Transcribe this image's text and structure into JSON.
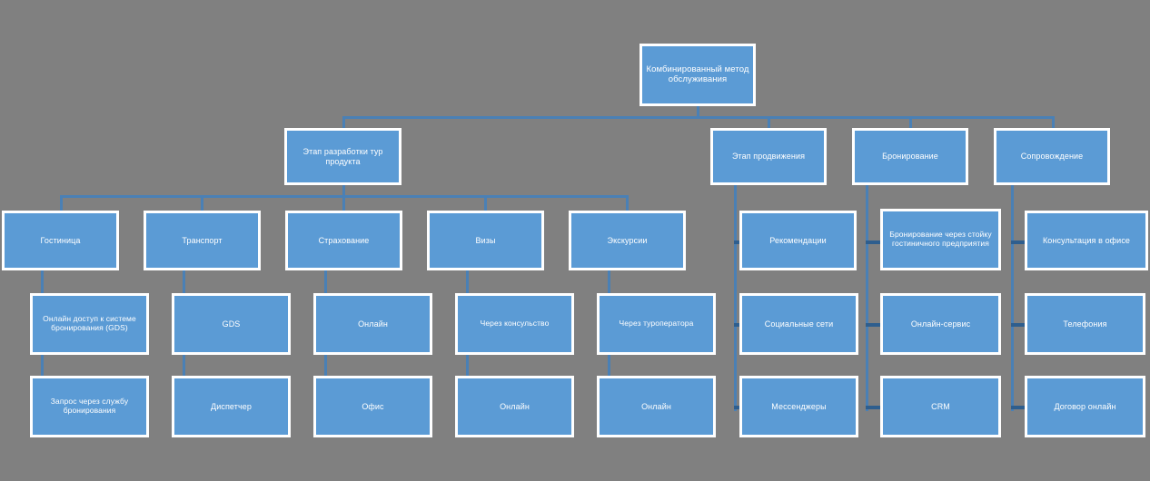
{
  "diagram": {
    "title": "Комбинированный метод обслуживания",
    "background_color": "#808080",
    "node_fill_color": "#5B9BD5",
    "node_border_color": "#FFFFFF",
    "node_text_color": "#FFFFFF",
    "connector_color": "#4A80B5"
  },
  "nodes": {
    "root": {
      "label": "Комбинированный метод обслуживания"
    },
    "level2": [
      {
        "label": "Этап разработки тур продукта"
      },
      {
        "label": "Этап продвижения"
      },
      {
        "label": "Бронирование"
      },
      {
        "label": "Сопровождение"
      }
    ],
    "level3_dev": [
      {
        "label": "Гостиница"
      },
      {
        "label": "Транспорт"
      },
      {
        "label": "Страхование"
      },
      {
        "label": "Визы"
      },
      {
        "label": "Экскурсии"
      }
    ],
    "level3_right": [
      {
        "label": "Рекомендации"
      },
      {
        "label": "Бронирование через стойку гостиничного предприятия"
      },
      {
        "label": "Консультация в офисе"
      }
    ],
    "level4_dev": [
      {
        "label": "Онлайн доступ к системе бронирования (GDS)"
      },
      {
        "label": "GDS"
      },
      {
        "label": "Онлайн"
      },
      {
        "label": "Через консульство"
      },
      {
        "label": "Через туроператора"
      }
    ],
    "level4_right": [
      {
        "label": "Социальные сети"
      },
      {
        "label": "Онлайн-сервис"
      },
      {
        "label": "Телефония"
      }
    ],
    "level5_dev": [
      {
        "label": "Запрос через службу бронирования"
      },
      {
        "label": "Диспетчер"
      },
      {
        "label": "Офис"
      },
      {
        "label": "Онлайн"
      },
      {
        "label": "Онлайн"
      }
    ],
    "level5_right": [
      {
        "label": "Мессенджеры"
      },
      {
        "label": "CRM"
      },
      {
        "label": "Договор онлайн"
      }
    ]
  }
}
